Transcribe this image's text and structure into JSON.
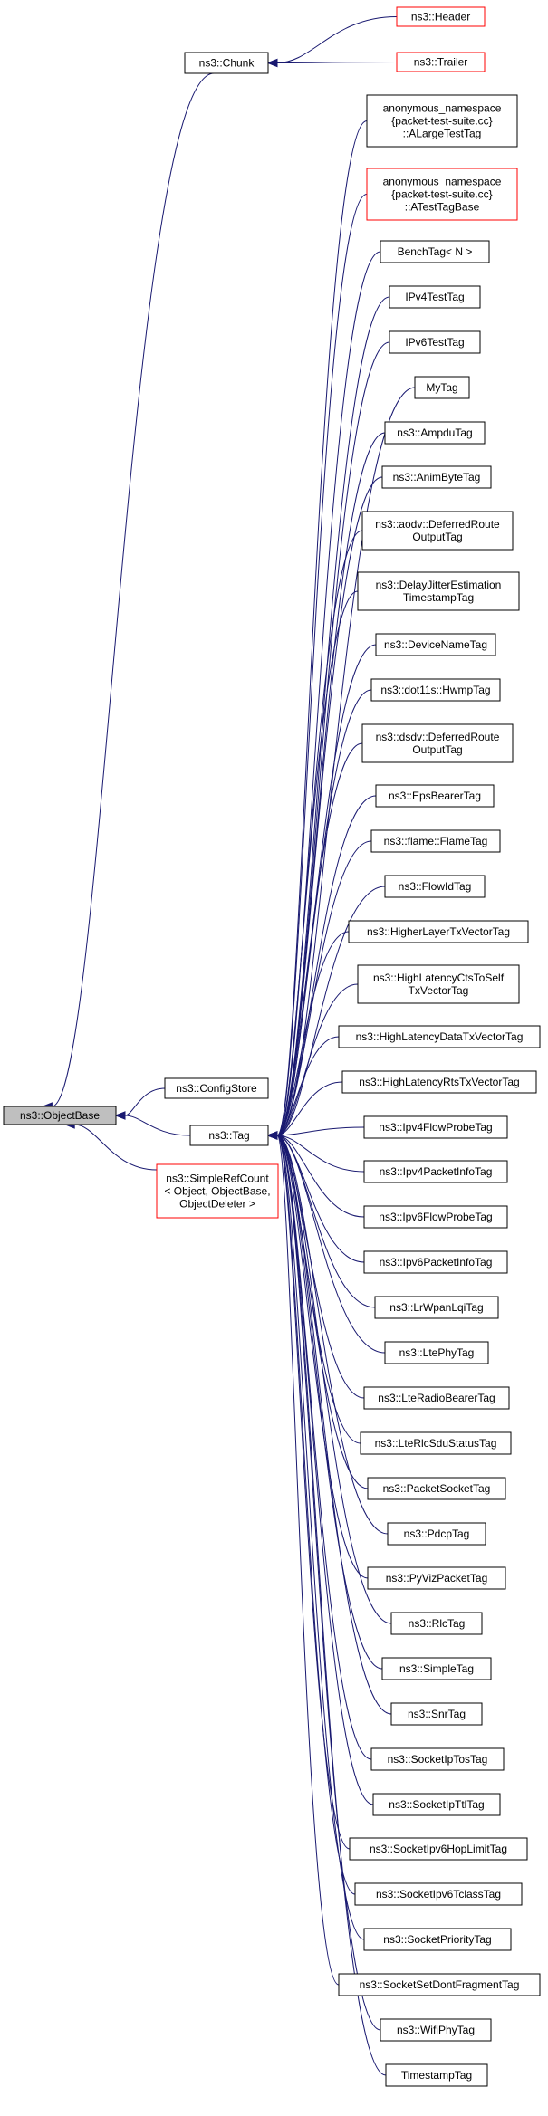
{
  "diagram": {
    "nodes": [
      {
        "id": "objectbase",
        "lines": [
          "ns3::ObjectBase"
        ],
        "style": "gray"
      },
      {
        "id": "chunk",
        "lines": [
          "ns3::Chunk"
        ],
        "style": "black"
      },
      {
        "id": "header",
        "lines": [
          "ns3::Header"
        ],
        "style": "red"
      },
      {
        "id": "trailer",
        "lines": [
          "ns3::Trailer"
        ],
        "style": "red"
      },
      {
        "id": "configstore",
        "lines": [
          "ns3::ConfigStore"
        ],
        "style": "black"
      },
      {
        "id": "tag",
        "lines": [
          "ns3::Tag"
        ],
        "style": "black"
      },
      {
        "id": "simplerefcount",
        "lines": [
          "ns3::SimpleRefCount",
          "< Object, ObjectBase,",
          "ObjectDeleter >"
        ],
        "style": "red"
      },
      {
        "id": "alargetesttag",
        "lines": [
          "anonymous_namespace",
          "{packet-test-suite.cc}",
          "::ALargeTestTag"
        ],
        "style": "black"
      },
      {
        "id": "atesttagbase",
        "lines": [
          "anonymous_namespace",
          "{packet-test-suite.cc}",
          "::ATestTagBase"
        ],
        "style": "red"
      },
      {
        "id": "benchtag",
        "lines": [
          "BenchTag< N >"
        ],
        "style": "black"
      },
      {
        "id": "ipv4testtag",
        "lines": [
          "IPv4TestTag"
        ],
        "style": "black"
      },
      {
        "id": "ipv6testtag",
        "lines": [
          "IPv6TestTag"
        ],
        "style": "black"
      },
      {
        "id": "mytag",
        "lines": [
          "MyTag"
        ],
        "style": "black"
      },
      {
        "id": "ampdutag",
        "lines": [
          "ns3::AmpduTag"
        ],
        "style": "black"
      },
      {
        "id": "animbytetag",
        "lines": [
          "ns3::AnimByteTag"
        ],
        "style": "black"
      },
      {
        "id": "aodvdeferred",
        "lines": [
          "ns3::aodv::DeferredRoute",
          "OutputTag"
        ],
        "style": "black"
      },
      {
        "id": "delayjitter",
        "lines": [
          "ns3::DelayJitterEstimation",
          "TimestampTag"
        ],
        "style": "black"
      },
      {
        "id": "devicenametag",
        "lines": [
          "ns3::DeviceNameTag"
        ],
        "style": "black"
      },
      {
        "id": "hwmptag",
        "lines": [
          "ns3::dot11s::HwmpTag"
        ],
        "style": "black"
      },
      {
        "id": "dsdvdeferred",
        "lines": [
          "ns3::dsdv::DeferredRoute",
          "OutputTag"
        ],
        "style": "black"
      },
      {
        "id": "epsbearertag",
        "lines": [
          "ns3::EpsBearerTag"
        ],
        "style": "black"
      },
      {
        "id": "flametag",
        "lines": [
          "ns3::flame::FlameTag"
        ],
        "style": "black"
      },
      {
        "id": "flowidtag",
        "lines": [
          "ns3::FlowIdTag"
        ],
        "style": "black"
      },
      {
        "id": "higherlayer",
        "lines": [
          "ns3::HigherLayerTxVectorTag"
        ],
        "style": "black"
      },
      {
        "id": "highlatencycts",
        "lines": [
          "ns3::HighLatencyCtsToSelf",
          "TxVectorTag"
        ],
        "style": "black"
      },
      {
        "id": "highlatencydata",
        "lines": [
          "ns3::HighLatencyDataTxVectorTag"
        ],
        "style": "black"
      },
      {
        "id": "highlatencyrts",
        "lines": [
          "ns3::HighLatencyRtsTxVectorTag"
        ],
        "style": "black"
      },
      {
        "id": "ipv4flowprobe",
        "lines": [
          "ns3::Ipv4FlowProbeTag"
        ],
        "style": "black"
      },
      {
        "id": "ipv4packetinfo",
        "lines": [
          "ns3::Ipv4PacketInfoTag"
        ],
        "style": "black"
      },
      {
        "id": "ipv6flowprobe",
        "lines": [
          "ns3::Ipv6FlowProbeTag"
        ],
        "style": "black"
      },
      {
        "id": "ipv6packetinfo",
        "lines": [
          "ns3::Ipv6PacketInfoTag"
        ],
        "style": "black"
      },
      {
        "id": "lrwpanlqi",
        "lines": [
          "ns3::LrWpanLqiTag"
        ],
        "style": "black"
      },
      {
        "id": "ltephytag",
        "lines": [
          "ns3::LtePhyTag"
        ],
        "style": "black"
      },
      {
        "id": "lteradiobearer",
        "lines": [
          "ns3::LteRadioBearerTag"
        ],
        "style": "black"
      },
      {
        "id": "lterlcsdu",
        "lines": [
          "ns3::LteRlcSduStatusTag"
        ],
        "style": "black"
      },
      {
        "id": "packetsockettag",
        "lines": [
          "ns3::PacketSocketTag"
        ],
        "style": "black"
      },
      {
        "id": "pdcptag",
        "lines": [
          "ns3::PdcpTag"
        ],
        "style": "black"
      },
      {
        "id": "pyvizpacket",
        "lines": [
          "ns3::PyVizPacketTag"
        ],
        "style": "black"
      },
      {
        "id": "rlctag",
        "lines": [
          "ns3::RlcTag"
        ],
        "style": "black"
      },
      {
        "id": "simpletag",
        "lines": [
          "ns3::SimpleTag"
        ],
        "style": "black"
      },
      {
        "id": "snrtag",
        "lines": [
          "ns3::SnrTag"
        ],
        "style": "black"
      },
      {
        "id": "socketiptos",
        "lines": [
          "ns3::SocketIpTosTag"
        ],
        "style": "black"
      },
      {
        "id": "socketipttl",
        "lines": [
          "ns3::SocketIpTtlTag"
        ],
        "style": "black"
      },
      {
        "id": "socketipv6hop",
        "lines": [
          "ns3::SocketIpv6HopLimitTag"
        ],
        "style": "black"
      },
      {
        "id": "socketipv6tclass",
        "lines": [
          "ns3::SocketIpv6TclassTag"
        ],
        "style": "black"
      },
      {
        "id": "socketpriority",
        "lines": [
          "ns3::SocketPriorityTag"
        ],
        "style": "black"
      },
      {
        "id": "socketsetdont",
        "lines": [
          "ns3::SocketSetDontFragmentTag"
        ],
        "style": "black"
      },
      {
        "id": "wifiphytag",
        "lines": [
          "ns3::WifiPhyTag"
        ],
        "style": "black"
      },
      {
        "id": "timestamptag",
        "lines": [
          "TimestampTag"
        ],
        "style": "black"
      }
    ],
    "edges": [
      {
        "from": "chunk",
        "to": "objectbase"
      },
      {
        "from": "configstore",
        "to": "objectbase"
      },
      {
        "from": "tag",
        "to": "objectbase"
      },
      {
        "from": "simplerefcount",
        "to": "objectbase"
      },
      {
        "from": "header",
        "to": "chunk"
      },
      {
        "from": "trailer",
        "to": "chunk"
      },
      {
        "from": "alargetesttag",
        "to": "tag"
      },
      {
        "from": "atesttagbase",
        "to": "tag"
      },
      {
        "from": "benchtag",
        "to": "tag"
      },
      {
        "from": "ipv4testtag",
        "to": "tag"
      },
      {
        "from": "ipv6testtag",
        "to": "tag"
      },
      {
        "from": "mytag",
        "to": "tag"
      },
      {
        "from": "ampdutag",
        "to": "tag"
      },
      {
        "from": "animbytetag",
        "to": "tag"
      },
      {
        "from": "aodvdeferred",
        "to": "tag"
      },
      {
        "from": "delayjitter",
        "to": "tag"
      },
      {
        "from": "devicenametag",
        "to": "tag"
      },
      {
        "from": "hwmptag",
        "to": "tag"
      },
      {
        "from": "dsdvdeferred",
        "to": "tag"
      },
      {
        "from": "epsbearertag",
        "to": "tag"
      },
      {
        "from": "flametag",
        "to": "tag"
      },
      {
        "from": "flowidtag",
        "to": "tag"
      },
      {
        "from": "higherlayer",
        "to": "tag"
      },
      {
        "from": "highlatencycts",
        "to": "tag"
      },
      {
        "from": "highlatencydata",
        "to": "tag"
      },
      {
        "from": "highlatencyrts",
        "to": "tag"
      },
      {
        "from": "ipv4flowprobe",
        "to": "tag"
      },
      {
        "from": "ipv4packetinfo",
        "to": "tag"
      },
      {
        "from": "ipv6flowprobe",
        "to": "tag"
      },
      {
        "from": "ipv6packetinfo",
        "to": "tag"
      },
      {
        "from": "lrwpanlqi",
        "to": "tag"
      },
      {
        "from": "ltephytag",
        "to": "tag"
      },
      {
        "from": "lteradiobearer",
        "to": "tag"
      },
      {
        "from": "lterlcsdu",
        "to": "tag"
      },
      {
        "from": "packetsockettag",
        "to": "tag"
      },
      {
        "from": "pdcptag",
        "to": "tag"
      },
      {
        "from": "pyvizpacket",
        "to": "tag"
      },
      {
        "from": "rlctag",
        "to": "tag"
      },
      {
        "from": "simpletag",
        "to": "tag"
      },
      {
        "from": "snrtag",
        "to": "tag"
      },
      {
        "from": "socketiptos",
        "to": "tag"
      },
      {
        "from": "socketipttl",
        "to": "tag"
      },
      {
        "from": "socketipv6hop",
        "to": "tag"
      },
      {
        "from": "socketipv6tclass",
        "to": "tag"
      },
      {
        "from": "socketpriority",
        "to": "tag"
      },
      {
        "from": "socketsetdont",
        "to": "tag"
      },
      {
        "from": "wifiphytag",
        "to": "tag"
      },
      {
        "from": "timestamptag",
        "to": "tag"
      }
    ],
    "colors": {
      "edge": "#191970",
      "node_border": "#000000",
      "node_border_red": "#ff0000",
      "root_fill": "#bfbfbf"
    }
  }
}
